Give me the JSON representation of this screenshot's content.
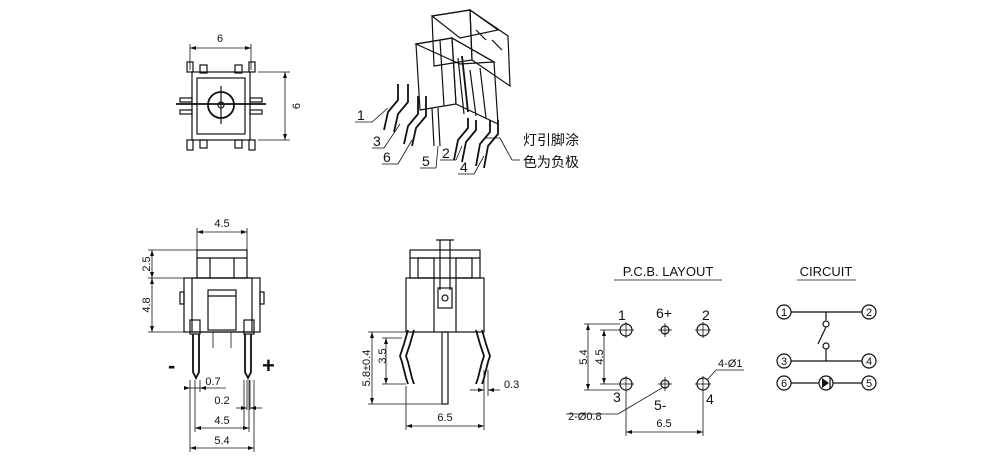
{
  "top_view": {
    "dim_width": "6",
    "dim_height": "6"
  },
  "iso_view": {
    "pins": [
      "1",
      "3",
      "6",
      "5",
      "2",
      "4"
    ],
    "note_line1": "灯引脚涂",
    "note_line2": "色为负极"
  },
  "front_view": {
    "dim_top": "4.5",
    "dim_cap": "2.5",
    "dim_body": "4.8",
    "minus": "-",
    "plus": "+",
    "dim_a": "0.7",
    "dim_b": "0.2",
    "dim_c": "4.5",
    "dim_d": "5.4"
  },
  "side_view": {
    "dim_total": "5.8±0.4",
    "dim_leg": "3.5",
    "dim_pin": "0.3",
    "dim_width": "6.5"
  },
  "pcb_layout": {
    "title": "P.C.B. LAYOUT",
    "pins": [
      "1",
      "6+",
      "2",
      "3",
      "5-",
      "4"
    ],
    "dim_v1": "5.4",
    "dim_v2": "4.5",
    "dim_hole4": "4-Ø1",
    "dim_hole2": "2-Ø0.8",
    "dim_h": "6.5"
  },
  "circuit": {
    "title": "CIRCUIT",
    "pins": [
      "1",
      "2",
      "3",
      "4",
      "6",
      "5"
    ]
  }
}
